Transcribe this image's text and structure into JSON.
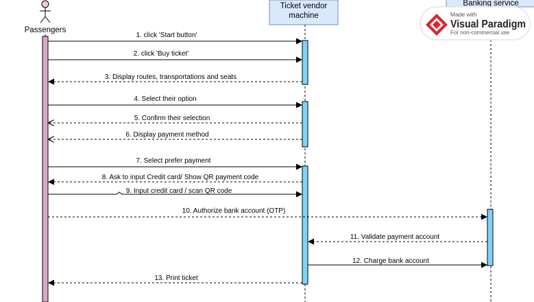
{
  "participants": {
    "passenger": {
      "name": "Passengers"
    },
    "machine": {
      "name_line1": "Ticket vendor",
      "name_line2": "machine"
    },
    "bank": {
      "name": "Banking service"
    }
  },
  "messages": [
    {
      "label": "1. click 'Start button'"
    },
    {
      "label": "2. click 'Buy ticket'"
    },
    {
      "label": "3. Display routes, transportations and seats"
    },
    {
      "label": "4. Select their option"
    },
    {
      "label": "5. Confirm their selection"
    },
    {
      "label": "6. Display payment method"
    },
    {
      "label": "7. Select  prefer payment"
    },
    {
      "label": "8. Ask to input Credit card/ Show QR payment code"
    },
    {
      "label": "9. Input credit card / scan QR code"
    },
    {
      "label": "10. Authorize bank account (OTP)"
    },
    {
      "label": "11. Validate payment account"
    },
    {
      "label": "12. Charge bank account"
    },
    {
      "label": "13. Print ticket"
    }
  ],
  "watermark": {
    "line1": "Made with",
    "brand": "Visual Paradigm",
    "line3": "For non-commercial use"
  },
  "colors": {
    "activation_blue": "#7fd3f7",
    "activation_pink": "#d8a8c8",
    "header_fill": "#dae8fc",
    "header_stroke": "#6c8ebf"
  }
}
